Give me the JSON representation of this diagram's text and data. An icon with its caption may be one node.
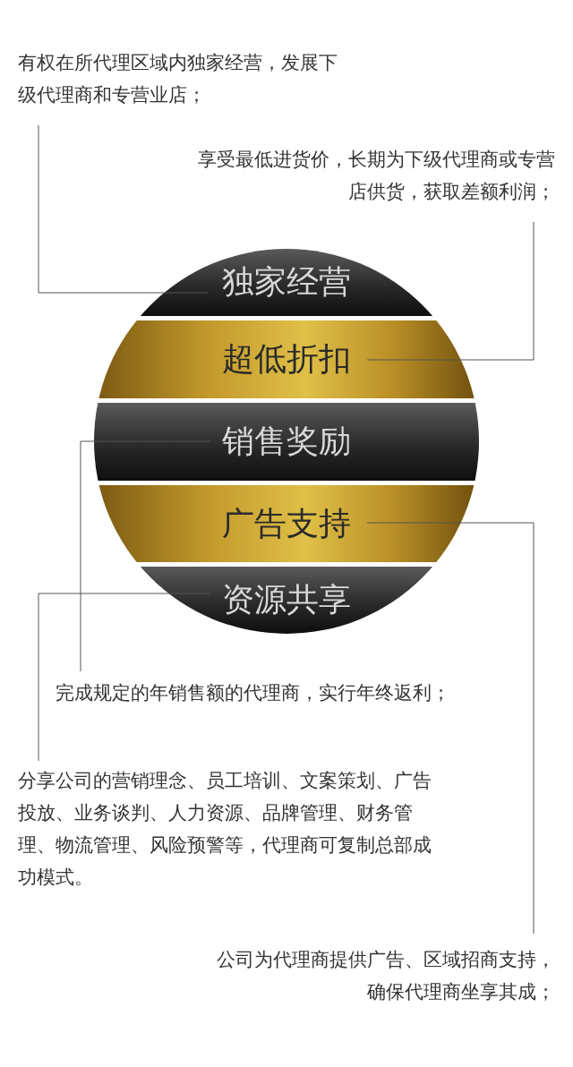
{
  "diagram": {
    "nodes": [
      {
        "text": [
          "有权在所代理区域内独家经营，发展下级代理商和专营业店；"
        ]
      },
      {
        "text": [
          "享受最低进货价，长期为下级代理商或专营店供货，获取差额利润；"
        ]
      },
      {
        "text": [
          "独家经营"
        ]
      },
      {
        "text": [
          "超低折扣"
        ]
      },
      {
        "text": [
          "销售奖励"
        ]
      },
      {
        "text": [
          "广告支持"
        ]
      },
      {
        "text": [
          "资源共享"
        ]
      },
      {
        "text": [
          "完成规定的年销售额的代理商，实行年终返利；"
        ]
      },
      {
        "text": [
          "分享公司的营销理念、员工培训、文案策划、广告投放、业务谈判、人力资源、品牌管理、财务管理、物流管理、风险预警等，代理商可复制总部成功模式。"
        ]
      },
      {
        "text": [
          "公司为代理商提供广告、区域招商支持，确保代理商坐享其成；"
        ]
      }
    ],
    "edges": [
      {
        "from": 0,
        "to": 2,
        "arrow": "none"
      },
      {
        "from": 1,
        "to": 3,
        "arrow": "none"
      },
      {
        "from": 7,
        "to": 4,
        "arrow": "none"
      },
      {
        "from": 8,
        "to": 6,
        "arrow": "none"
      },
      {
        "from": 9,
        "to": 5,
        "arrow": "none"
      }
    ]
  }
}
